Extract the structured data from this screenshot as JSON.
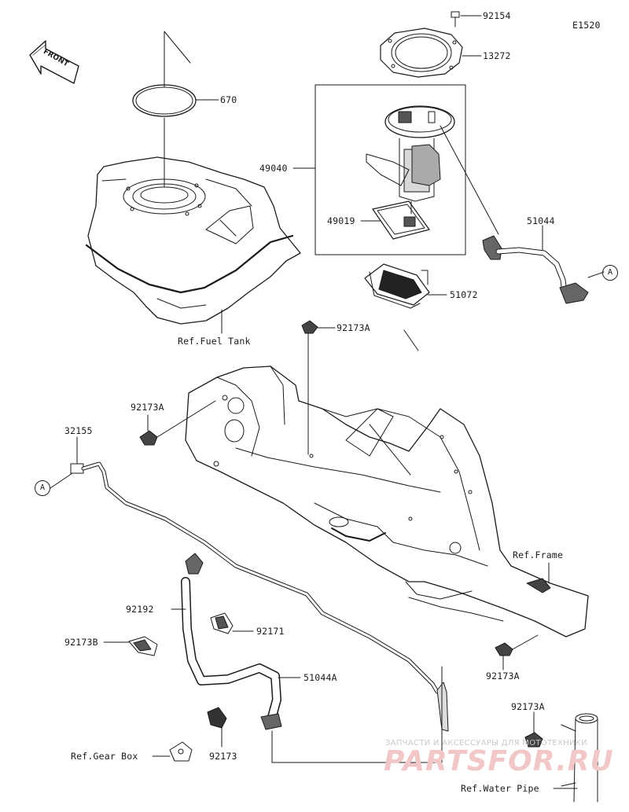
{
  "diagram_code": "E1520",
  "front_label": "FRONT",
  "connector_ref": "A",
  "parts": {
    "p92154": "92154",
    "p13272": "13272",
    "p670": "670",
    "p49040": "49040",
    "p49019": "49019",
    "p51044": "51044",
    "p51072": "51072",
    "p92173A_top": "92173A",
    "p92173A_left": "92173A",
    "p32155": "32155",
    "p92192": "92192",
    "p92171": "92171",
    "p92173B": "92173B",
    "p51044A": "51044A",
    "p92173": "92173",
    "p92173A_right": "92173A",
    "p92173A_bottom": "92173A"
  },
  "refs": {
    "fuel_tank": "Ref.Fuel Tank",
    "frame": "Ref.Frame",
    "gear_box": "Ref.Gear Box",
    "water_pipe": "Ref.Water Pipe"
  },
  "watermark": {
    "line1": "ЗАПЧАСТИ И АКСЕССУАРЫ ДЛЯ МОТОТЕХНИКИ",
    "line2": "PARTSFOR.RU"
  }
}
